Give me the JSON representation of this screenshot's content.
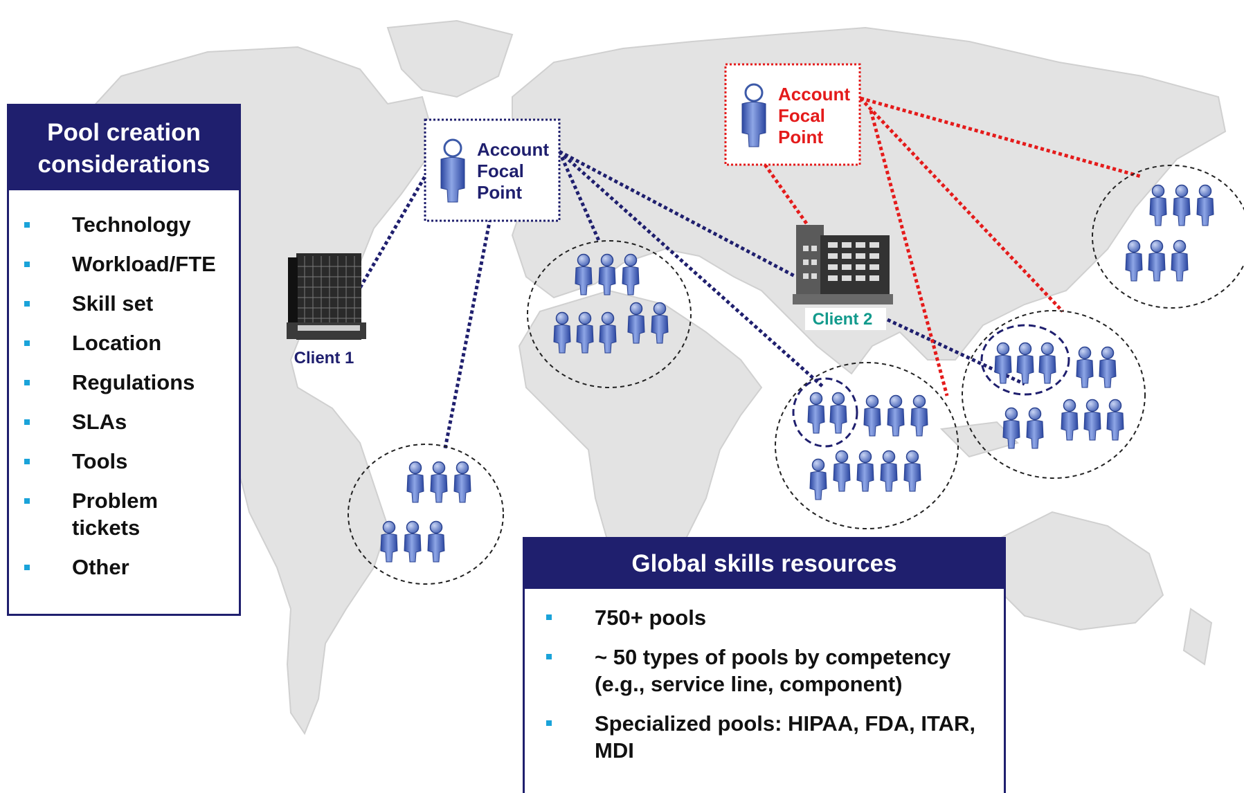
{
  "considerations": {
    "title": "Pool creation considerations",
    "items": [
      "Technology",
      "Workload/FTE",
      "Skill set",
      "Location",
      "Regulations",
      "SLAs",
      "Tools",
      "Problem tickets",
      "Other"
    ]
  },
  "global_resources": {
    "title": "Global skills resources",
    "items": [
      "750+ pools",
      "~ 50 types of pools by competency (e.g., service line, component)",
      "Specialized pools: HIPAA, FDA, ITAR, MDI"
    ]
  },
  "focal_points": [
    {
      "label_lines": [
        "Account",
        "Focal",
        "Point"
      ],
      "color": "#1f1f6e"
    },
    {
      "label_lines": [
        "Account",
        "Focal",
        "Point"
      ],
      "color": "#e41b1b"
    }
  ],
  "clients": [
    {
      "label": "Client 1",
      "color": "#1f1f6e"
    },
    {
      "label": "Client 2",
      "color": "#129a8c"
    }
  ],
  "colors": {
    "navy": "#1f1f6e",
    "red": "#e41b1b",
    "teal": "#129a8c",
    "bullet": "#1aa3d9",
    "person": "#5b78c4",
    "map": "#e3e3e3"
  },
  "icons": [
    "world-map",
    "person-icon",
    "building-icon"
  ]
}
